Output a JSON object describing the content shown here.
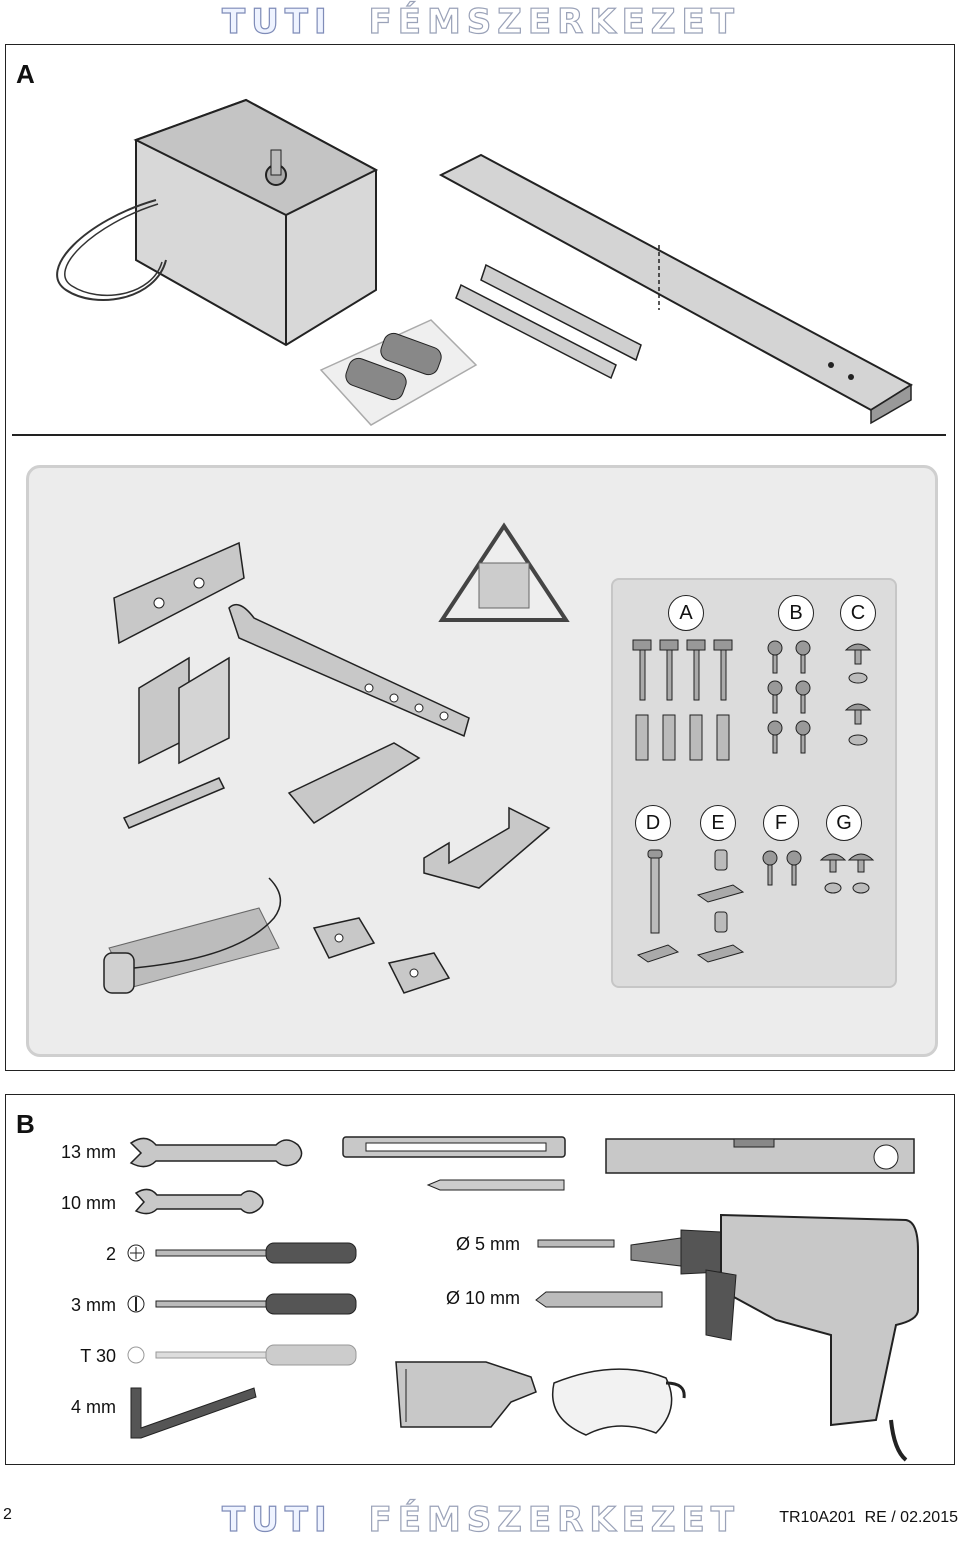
{
  "header": {
    "watermark_brand": "TUTI",
    "watermark_name": "FÉMSZERKEZET"
  },
  "panel_a": {
    "label": "A",
    "hardware_labels": [
      "A",
      "B",
      "C",
      "D",
      "E",
      "F",
      "G"
    ]
  },
  "panel_b": {
    "label": "B",
    "tools": {
      "wrench_13": "13 mm",
      "wrench_10": "10 mm",
      "screwdriver_ph": "2",
      "screwdriver_flat": "3 mm",
      "screwdriver_torx": "T 30",
      "hex_key": "4 mm",
      "drill_bit_5": "Ø 5 mm",
      "drill_bit_10": "Ø 10 mm"
    }
  },
  "footer": {
    "page_number": "2",
    "doc_code": "TR10A201  RE / 02.2015",
    "watermark_brand": "TUTI",
    "watermark_name": "FÉMSZERKEZET"
  }
}
